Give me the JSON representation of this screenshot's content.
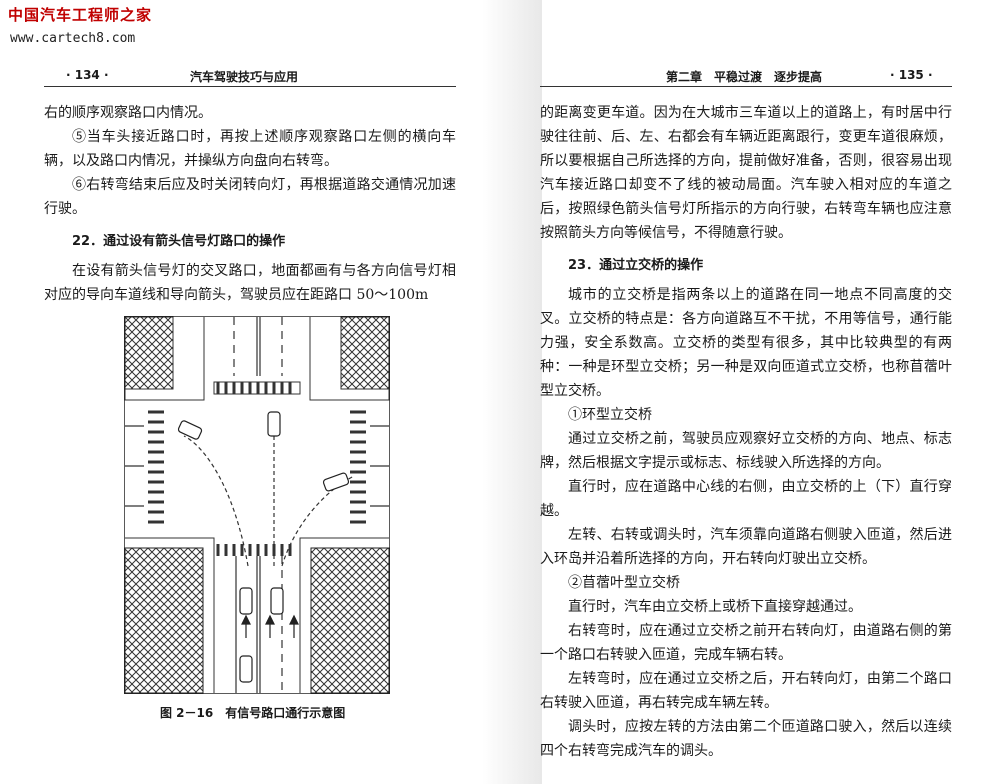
{
  "watermark": {
    "brand": "中国汽车工程师之家",
    "url": "www.cartech8.com"
  },
  "left_page": {
    "page_number": "· 134 ·",
    "running_title": "汽车驾驶技巧与应用",
    "line1": "右的顺序观察路口内情况。",
    "item5": "⑤当车头接近路口时，再按上述顺序观察路口左侧的横向车辆，以及路口内情况，并操纵方向盘向右转弯。",
    "item6": "⑥右转弯结束后应及时关闭转向灯，再根据道路交通情况加速行驶。",
    "heading": "22．通过设有箭头信号灯路口的操作",
    "para": "在设有箭头信号灯的交叉路口，地面都画有与各方向信号灯相对应的导向车道线和导向箭头，驾驶员应在距路口 50～100m",
    "figure_caption": "图 2－16　有信号路口通行示意图"
  },
  "right_page": {
    "chapter": "第二章　平稳过渡　逐步提高",
    "page_number": "· 135 ·",
    "para1": "的距离变更车道。因为在大城市三车道以上的道路上，有时居中行驶往往前、后、左、右都会有车辆近距离跟行，变更车道很麻烦，所以要根据自己所选择的方向，提前做好准备，否则，很容易出现汽车接近路口却变不了线的被动局面。汽车驶入相对应的车道之后，按照绿色箭头信号灯所指示的方向行驶，右转弯车辆也应注意按照箭头方向等候信号，不得随意行驶。",
    "heading": "23．通过立交桥的操作",
    "para2": "城市的立交桥是指两条以上的道路在同一地点不同高度的交叉。立交桥的特点是：各方向道路互不干扰，不用等信号，通行能力强，安全系数高。立交桥的类型有很多，其中比较典型的有两种：一种是环型立交桥；另一种是双向匝道式立交桥，也称苜蓿叶型立交桥。",
    "sub1": "①环型立交桥",
    "para3": "通过立交桥之前，驾驶员应观察好立交桥的方向、地点、标志牌，然后根据文字提示或标志、标线驶入所选择的方向。",
    "para4": "直行时，应在道路中心线的右侧，由立交桥的上（下）直行穿越。",
    "para5": "左转、右转或调头时，汽车须靠向道路右侧驶入匝道，然后进入环岛并沿着所选择的方向，开右转向灯驶出立交桥。",
    "sub2": "②苜蓿叶型立交桥",
    "para6": "直行时，汽车由立交桥上或桥下直接穿越通过。",
    "para7": "右转弯时，应在通过立交桥之前开右转向灯，由道路右侧的第一个路口右转驶入匝道，完成车辆右转。",
    "para8": "左转弯时，应在通过立交桥之后，开右转向灯，由第二个路口右转驶入匝道，再右转完成车辆左转。",
    "para9": "调头时，应按左转的方法由第二个匝道路口驶入，然后以连续四个右转弯完成汽车的调头。"
  }
}
